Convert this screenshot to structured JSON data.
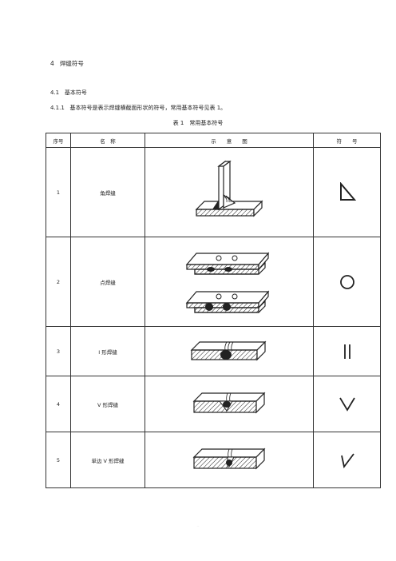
{
  "heading": {
    "number": "4",
    "title": "焊缝符号"
  },
  "section_4_1": {
    "number": "4.1",
    "title": "基本符号"
  },
  "para_4_1_1": {
    "number": "4.1.1",
    "text": "基本符号是表示焊缝横截面形状的符号，常用基本符号见表 1。"
  },
  "table": {
    "caption": "表 1　常用基本符号",
    "headers": [
      "序号",
      "名　称",
      "示　　意　　图",
      "符　　号"
    ],
    "rows": [
      {
        "no": "1",
        "name": "角焊缝",
        "figure": "fillet-weld-figure",
        "symbol": "fillet-symbol-icon"
      },
      {
        "no": "2",
        "name": "点焊缝",
        "figure": "spot-weld-figure",
        "symbol": "circle-symbol-icon"
      },
      {
        "no": "3",
        "name": "I 形焊缝",
        "figure": "i-groove-weld-figure",
        "symbol": "double-bar-symbol-icon"
      },
      {
        "no": "4",
        "name": "V 形焊缝",
        "figure": "v-groove-weld-figure",
        "symbol": "v-symbol-icon"
      },
      {
        "no": "5",
        "name": "单边 V 形焊缝",
        "figure": "bevel-groove-weld-figure",
        "symbol": "bevel-symbol-icon"
      }
    ]
  },
  "footer": {
    "page_mark": "··"
  }
}
